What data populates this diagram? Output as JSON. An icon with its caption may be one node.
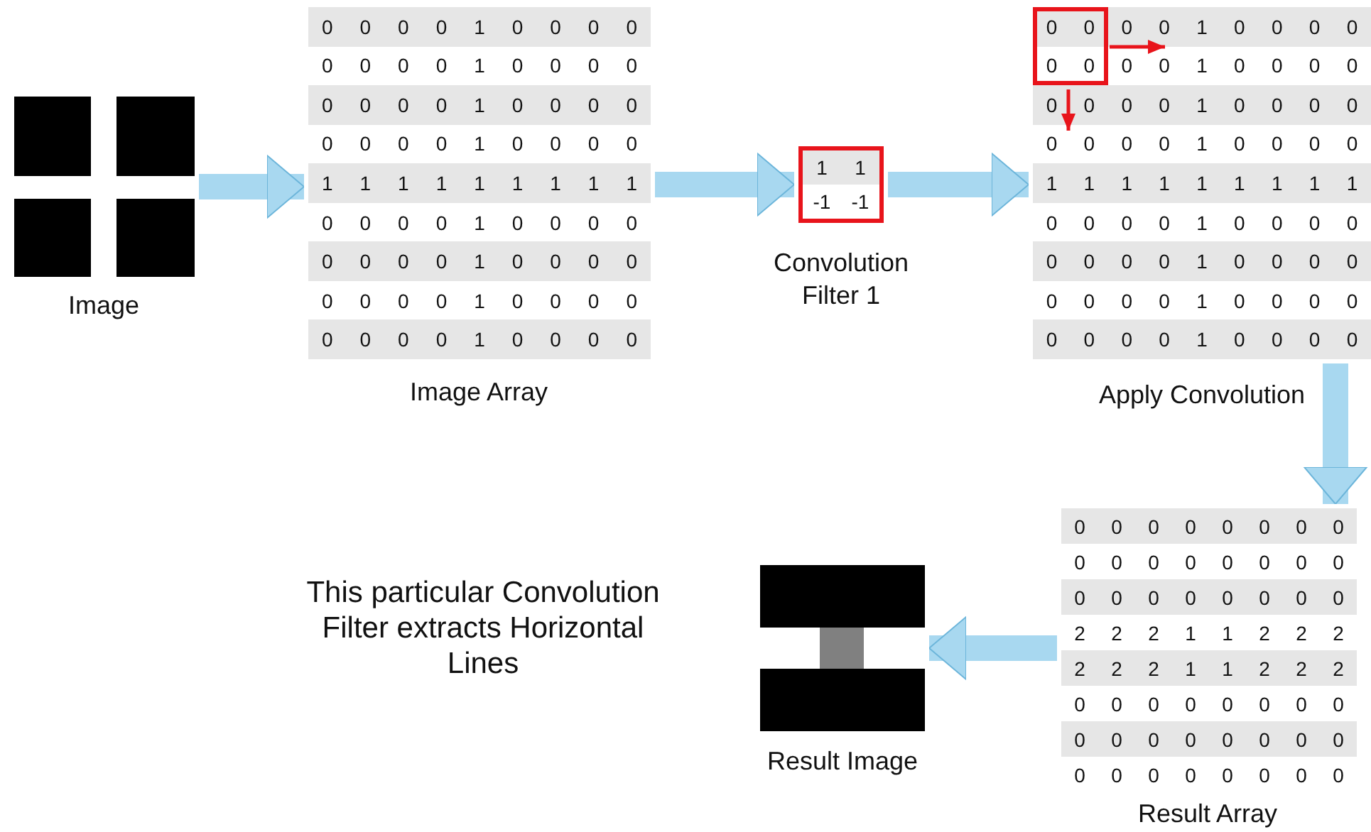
{
  "diagram": {
    "nodes": [
      {
        "text": [],
        "shape": "picture",
        "beside": [
          "Image"
        ]
      },
      {
        "text": [
          "0",
          "0",
          "0",
          "0",
          "1",
          "0",
          "0",
          "0",
          "0",
          "0",
          "0",
          "0",
          "0",
          "1",
          "0",
          "0",
          "0",
          "0",
          "0",
          "0",
          "0",
          "0",
          "1",
          "0",
          "0",
          "0",
          "0",
          "0",
          "0",
          "0",
          "0",
          "1",
          "0",
          "0",
          "0",
          "0",
          "1",
          "1",
          "1",
          "1",
          "1",
          "1",
          "1",
          "1",
          "1",
          "0",
          "0",
          "0",
          "0",
          "1",
          "0",
          "0",
          "0",
          "0",
          "0",
          "0",
          "0",
          "0",
          "1",
          "0",
          "0",
          "0",
          "0",
          "0",
          "0",
          "0",
          "0",
          "1",
          "0",
          "0",
          "0",
          "0",
          "0",
          "0",
          "0",
          "0",
          "1",
          "0",
          "0",
          "0",
          "0"
        ],
        "beside": [
          "Image Array"
        ]
      },
      {
        "text": [
          "1",
          "1",
          "-1",
          "-1"
        ],
        "beside": [
          "Convolution Filter 1"
        ]
      },
      {
        "text": [
          "0",
          "0",
          "0",
          "0",
          "1",
          "0",
          "0",
          "0",
          "0",
          "0",
          "0",
          "0",
          "0",
          "1",
          "0",
          "0",
          "0",
          "0",
          "0",
          "0",
          "0",
          "0",
          "1",
          "0",
          "0",
          "0",
          "0",
          "0",
          "0",
          "0",
          "0",
          "1",
          "0",
          "0",
          "0",
          "0",
          "1",
          "1",
          "1",
          "1",
          "1",
          "1",
          "1",
          "1",
          "1",
          "0",
          "0",
          "0",
          "0",
          "1",
          "0",
          "0",
          "0",
          "0",
          "0",
          "0",
          "0",
          "0",
          "1",
          "0",
          "0",
          "0",
          "0",
          "0",
          "0",
          "0",
          "0",
          "1",
          "0",
          "0",
          "0",
          "0",
          "0",
          "0",
          "0",
          "0",
          "1",
          "0",
          "0",
          "0",
          "0"
        ],
        "beside": [
          "Apply Convolution"
        ]
      },
      {
        "text": [
          "0",
          "0",
          "0",
          "0",
          "0",
          "0",
          "0",
          "0",
          "0",
          "0",
          "0",
          "0",
          "0",
          "0",
          "0",
          "0",
          "0",
          "0",
          "0",
          "0",
          "0",
          "0",
          "0",
          "0",
          "2",
          "2",
          "2",
          "1",
          "1",
          "2",
          "2",
          "2",
          "2",
          "2",
          "2",
          "1",
          "1",
          "2",
          "2",
          "2",
          "0",
          "0",
          "0",
          "0",
          "0",
          "0",
          "0",
          "0",
          "0",
          "0",
          "0",
          "0",
          "0",
          "0",
          "0",
          "0",
          "0",
          "0",
          "0",
          "0",
          "0",
          "0",
          "0",
          "0"
        ],
        "beside": [
          "Result Array"
        ]
      },
      {
        "text": [],
        "shape": "picture",
        "beside": [
          "Result Image"
        ]
      }
    ],
    "edges": [
      {
        "from": 0,
        "to": 1,
        "arrow": "to"
      },
      {
        "from": 1,
        "to": 2,
        "arrow": "to"
      },
      {
        "from": 2,
        "to": 3,
        "arrow": "to"
      },
      {
        "from": 3,
        "to": 4,
        "arrow": "to"
      },
      {
        "from": 4,
        "to": 5,
        "arrow": "to"
      }
    ],
    "labels": [
      "This particular Convolution Filter extracts Horizontal Lines"
    ]
  }
}
